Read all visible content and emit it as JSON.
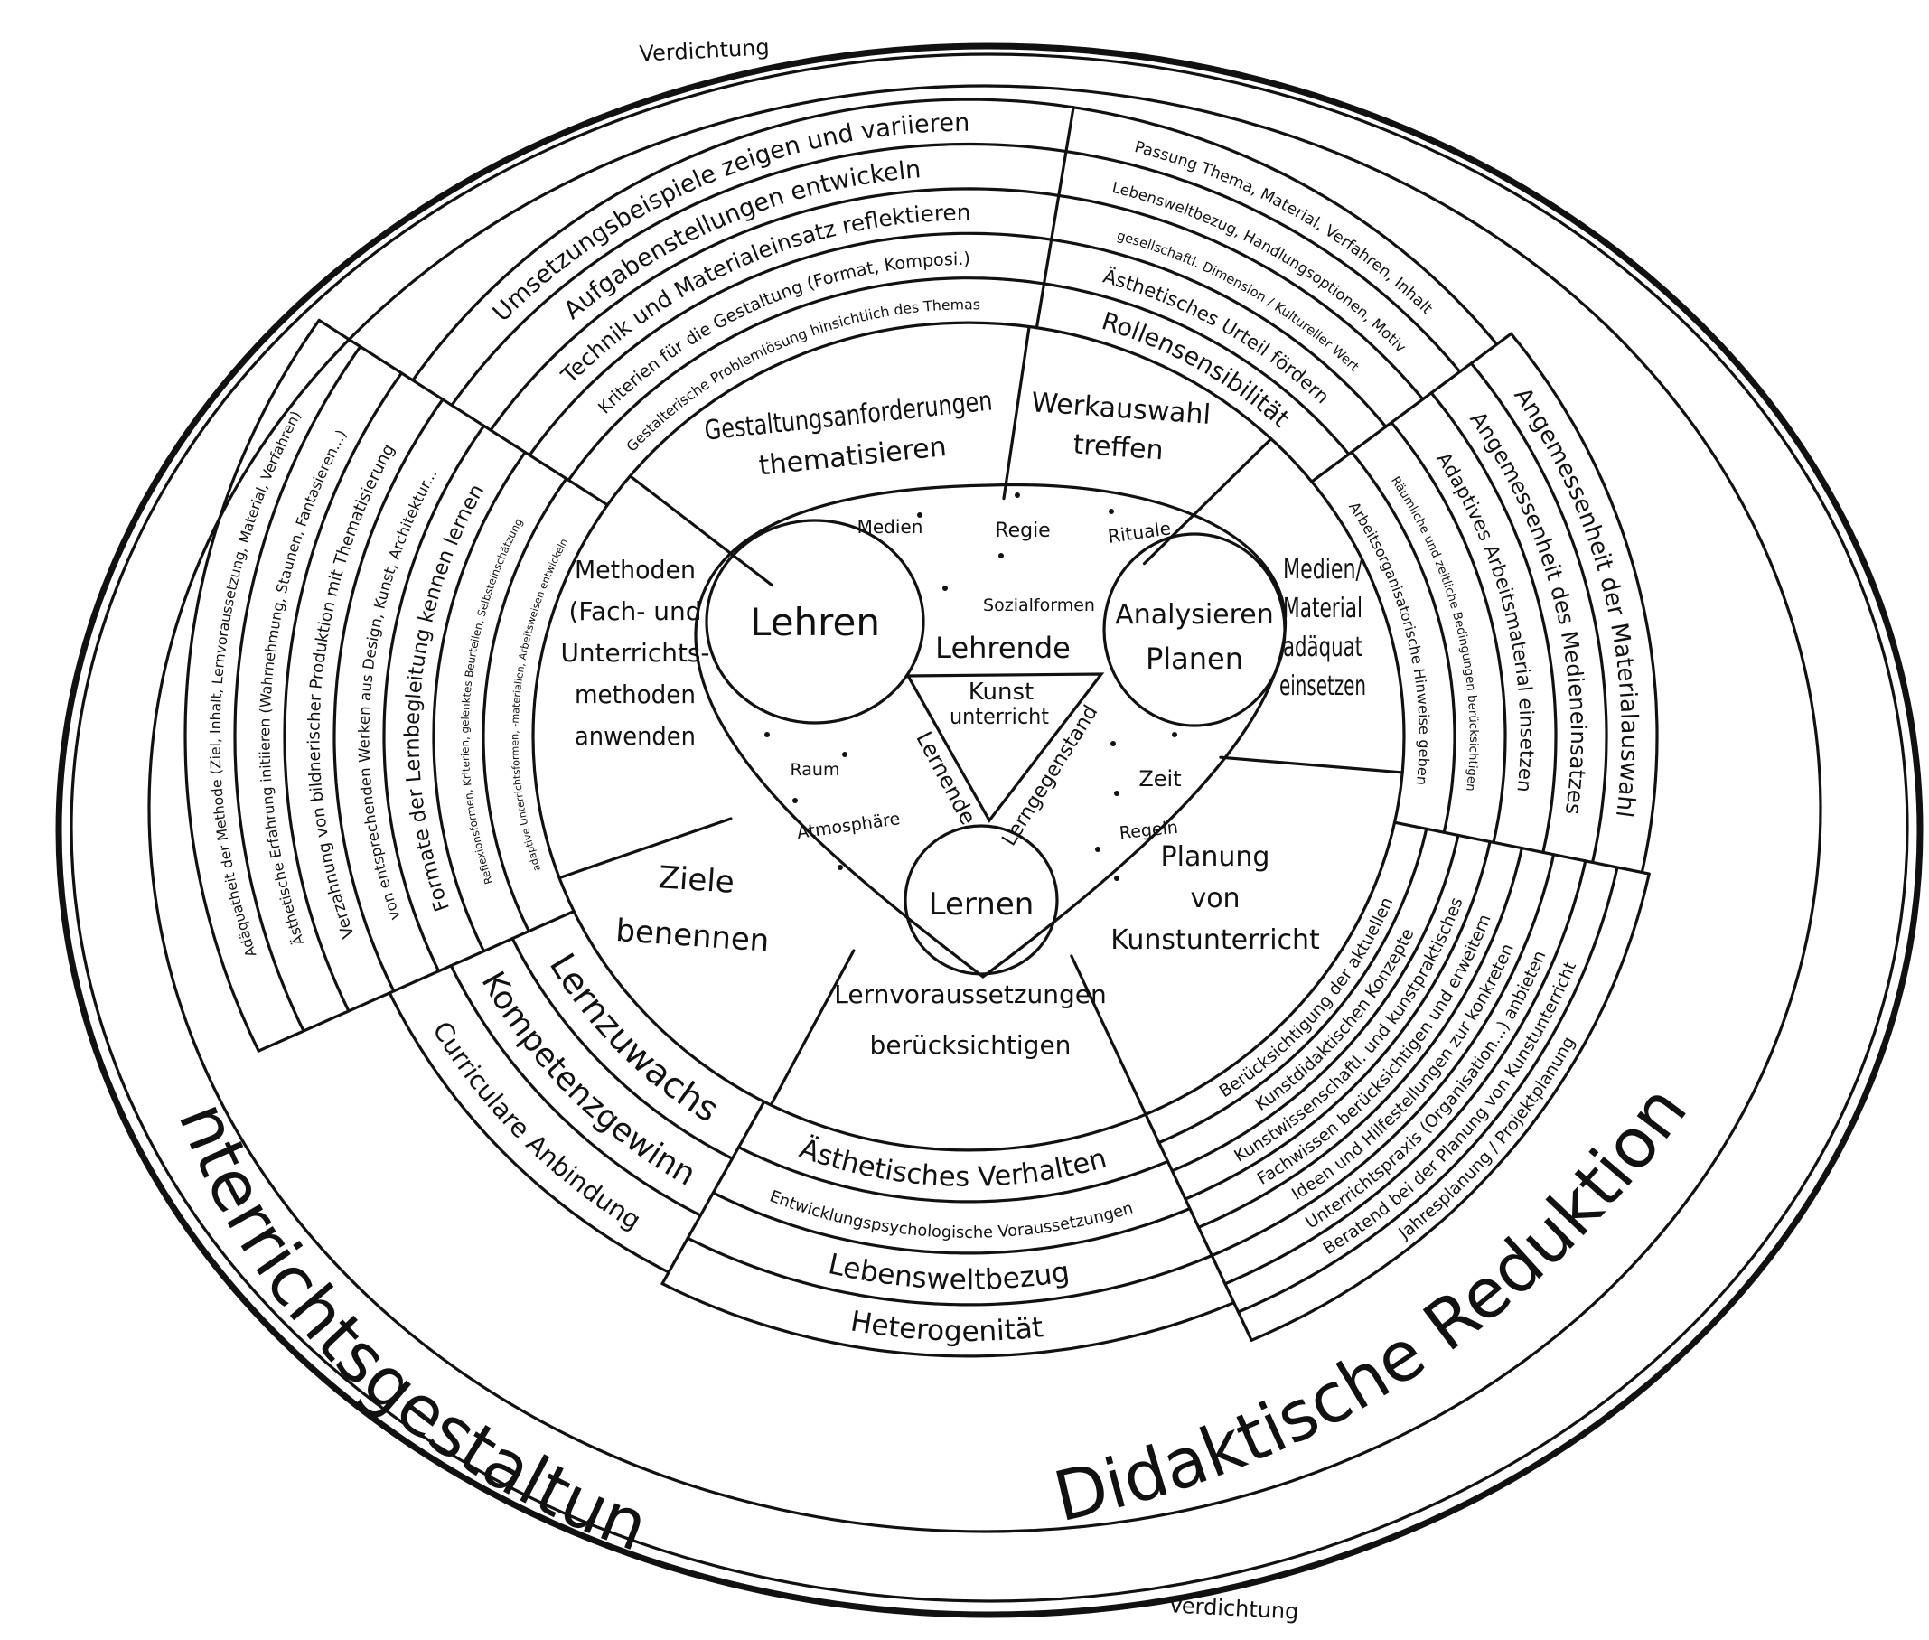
{
  "colors": {
    "green": "#26b38e",
    "ink": "#111111",
    "background": "#ffffff"
  },
  "outer_labels": {
    "left_bottom": "Unterrichtsgestaltung",
    "right_bottom": "Didaktische Reduktion",
    "top_marker": "Verdichtung",
    "bottom_marker": "Verdichtung"
  },
  "outer_sectors": [
    {
      "rows": [
        "Umsetzungsbeispiele zeigen und variieren",
        "Aufgabenstellungen entwickeln",
        "Technik und Materialeinsatz reflektieren",
        "Kriterien für die Gestaltung (Format, Komposi.)",
        "Gestalterische Problemlösung hinsichtlich des Themas"
      ]
    },
    {
      "rows": [
        "Passung Thema, Material, Verfahren, Inhalt",
        "Lebensweltbezug, Handlungsoptionen, Motiv",
        "gesellschaftl. Dimension / Kultureller Wert",
        "Ästhetisches Urteil fördern",
        "Rollensensibilität"
      ]
    },
    {
      "rows": [
        "Angemessenheit der Materialauswahl",
        "Angemessenheit des Medieneinsatzes",
        "Adaptives Arbeitsmaterial einsetzen",
        "Räumliche und zeitliche Bedingungen berücksichtigen",
        "Arbeitsorganisatorische Hinweise geben"
      ]
    },
    {
      "rows": [
        "Jahresplanung / Projektplanung",
        "Beratend bei der Planung von Kunstunterricht",
        "Unterrichtspraxis (Organisation...) anbieten",
        "Ideen und Hilfestellungen zur konkreten",
        "Fachwissen berücksichtigen und erweitern",
        "Kunstwissenschaftl. und kunstpraktisches",
        "Kunstdidaktischen Konzepte",
        "Berücksichtigung der aktuellen"
      ]
    },
    {
      "rows": [
        "Heterogenität",
        "Lebensweltbezug",
        "Entwicklungspsychologische Voraussetzungen",
        "Ästhetisches Verhalten"
      ]
    },
    {
      "rows": [
        "Curriculare Anbindung",
        "Kompetenzgewinn",
        "Lernzuwachs"
      ]
    },
    {
      "rows": [
        "Adäquatheit der Methode (Ziel, Inhalt, Lernvoraussetzung, Material, Verfahren)",
        "Ästhetische Erfahrung initiieren (Wahrnehmung, Staunen, Fantasieren...)",
        "Verzahnung von bildnerischer Produktion mit Thematisierung",
        "von entsprechenden Werken aus Design, Kunst, Architektur...",
        "Formate der Lernbegleitung kennen lernen",
        "Reflexionsformen, Kriterien, gelenktes Beurteilen, Selbsteinschätzung",
        "adaptive Unterrichtsformen, -materialien, Arbeitsweisen entwickeln"
      ]
    }
  ],
  "green_sectors": [
    {
      "lines": [
        "Gestaltungsanforderungen",
        "thematisieren"
      ]
    },
    {
      "lines": [
        "Werkauswahl",
        "treffen"
      ]
    },
    {
      "lines": [
        "Medien/",
        "Material",
        "adäquat",
        "einsetzen"
      ]
    },
    {
      "lines": [
        "Planung",
        "von",
        "Kunstunterricht"
      ]
    },
    {
      "lines": [
        "Lernvoraussetzungen",
        "berücksichtigen"
      ]
    },
    {
      "lines": [
        "Ziele",
        "benennen"
      ]
    },
    {
      "lines": [
        "Methoden",
        "(Fach- und",
        "Unterrichts-",
        "methoden",
        "anwenden"
      ]
    }
  ],
  "core": {
    "circles": {
      "teach": "Lehren",
      "analyse": "Analysieren",
      "plan": "Planen",
      "learn": "Lernen"
    },
    "triangle": {
      "top_edge": "Lehrende",
      "left_edge": "Lernende",
      "right_edge": "Lerngegenstand",
      "center_1": "Kunst",
      "center_2": "unterricht"
    },
    "factors": [
      "Medien",
      "Regie",
      "Rituale",
      "Sozialformen",
      "Raum",
      "Atmosphäre",
      "Zeit",
      "Regeln"
    ]
  }
}
